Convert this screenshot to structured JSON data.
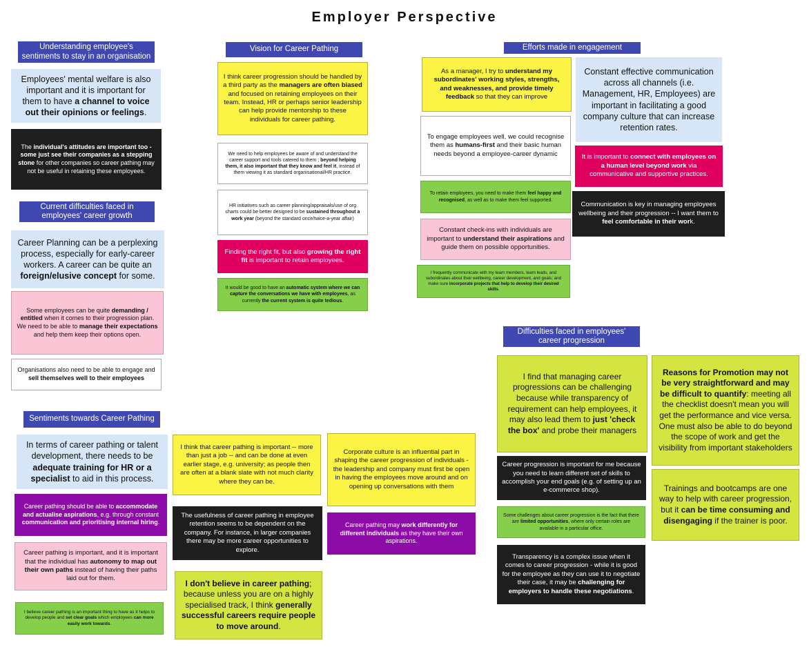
{
  "title": "Employer Perspective",
  "headers": {
    "h1": "Understanding employee's sentiments to stay in an organisation",
    "h2": "Vision for Career Pathing",
    "h3": "Efforts made in engagement",
    "h4": "Current difficulties faced in employees' career growth",
    "h5": "Difficulties faced in employees' career progression",
    "h6": "Sentiments towards Career Pathing"
  },
  "notes": {
    "n1": [
      "Employees' mental welfare is also important and it is important for them to have ",
      "a channel to voice out their opinions or feelings",
      "."
    ],
    "n2": [
      "The ",
      "individual's attitudes are important too - some just see their companies as a stepping stone",
      " for other companies so career pathing may not be useful in retaining these employees."
    ],
    "n3": [
      "Career Planning can be a perplexing process, especially for early-career workers. A career can be quite an ",
      "foreign/elusive concept",
      " for some."
    ],
    "n4": [
      "Some employees can be quite ",
      "demanding / entitled",
      " when it comes to their progression plan. We need to be able to ",
      "manage their expectations",
      " and help them keep their options open."
    ],
    "n5": [
      "Organisations also need to be able to engage and ",
      "sell themselves well to their employees",
      ""
    ],
    "n6": [
      "I think career progression should be handled by a third party as the ",
      "managers are often biased",
      " and focused on retaining employees on their team. Instead, HR or perhaps senior leadership can help provide mentorship to these individuals for career pathing."
    ],
    "n7": [
      "We need to help employees be aware of and understand the career support and tools catered to them ; ",
      "beyond helping them, it also important that they know and feel it",
      ", instead of them viewing it as standard organisational/HR practice."
    ],
    "n8": [
      "HR initiatives such as career planning/appraisals/use of org charts could be better designed to be ",
      "sustained throughout a work year",
      " (beyond the standard once/twice-a-year affair)"
    ],
    "n9": [
      "Finding the right fit, but also ",
      "growing the right fit",
      " is important to retain employees."
    ],
    "n10": [
      "It would be good to have an ",
      "automatic system where we can capture the conversations we have with employees",
      ", as currently ",
      "the current system is quite tedious",
      "."
    ],
    "n11": [
      "As a manager, I try to ",
      "understand my subordinates' working styles, strengths, and weaknesses, and provide timely feedback",
      " so that they can improve"
    ],
    "n12": [
      "Constant effective communication across all channels (i.e. Management, HR, Employees) are important in facilitating a good company culture that can increase retention rates."
    ],
    "n13": [
      "To engage employees well, we could recognise them as ",
      "humans-first",
      " and their basic human needs beyond a employee-career dynamic"
    ],
    "n14": [
      "It is important to ",
      "connect with employees on a human level beyond work",
      " via communicative and supportive practices."
    ],
    "n15": [
      "To retain employees, you need to make them ",
      "feel happy and recognised",
      ", as well as to make them feel supported."
    ],
    "n16": [
      "Communication is key in managing employees wellbeing and their progression -- I want them to ",
      "feel comfortable in their wor",
      "k."
    ],
    "n17": [
      "Constant check-ins with individuals are important to ",
      "understand their aspirations",
      " and guide them on possible opportunities."
    ],
    "n18": [
      "I frequently communicate with my team members, team leads, and subordinates about their wellbeing, career development, and goals; and make sure ",
      "incorporate projects that help to develop their desired skills",
      "."
    ],
    "n19": [
      "I find that managing career progressions can be challenging because while transparency of requirement can help employees, it may also lead them to ",
      "just 'check the box'",
      " and probe their managers"
    ],
    "n20": [
      "",
      "Reasons for Promotion may not be very straightforward and may be difficult to quantify",
      ": meeting all the checklist doesn't mean you will get the performance and vice versa. One must also be able to do beyond the scope of work and get the visibility from important stakeholders"
    ],
    "n21": [
      "Career progression is important for me because you need to learn different set of skills to accomplish your end goals (e.g. of setting up an e-commerce shop)."
    ],
    "n22": [
      "Trainings and bootcamps are one way to help with career progression, but it ",
      "can be time consuming and disengaging",
      " if the trainer is poor."
    ],
    "n23": [
      "Some challenges about career progression is the fact that there are ",
      "limited opportunities",
      ", where only certain roles are available in a particular office."
    ],
    "n24": [
      "Transparency is a complex issue when it comes to career progression - while it is good for the employee as they can use it to negotiate their case, it may be ",
      "challenging for employers to handle these negotiations",
      "."
    ],
    "n25": [
      "In terms of career pathing or talent development, there needs to be ",
      "adequate training for HR or a specialist",
      " to aid in this process."
    ],
    "n26": [
      "I think that career pathing is important -- more than just a job -- and can be done at even earlier stage, e.g. university; as people then are often at a blank slate with not much clarity where they can be."
    ],
    "n27": [
      "Corporate culture is an influential part in shaping the career progression of individuals - the leadership and company must first be open in having the employees move around and on opening up conversations with them"
    ],
    "n28": [
      "Career pathing should be able to ",
      "accommodate and actualise aspirations",
      ", e.g. through constant ",
      "communication and prioritising internal hiring",
      "."
    ],
    "n29": [
      "The usefulness of career pathing in employee retention seems to be dependent on the company. For instance, in larger companies there may be more career opportunities to explore."
    ],
    "n30": [
      "Career pathing may ",
      "work differently for different individuals",
      " as they have their own aspirations."
    ],
    "n31": [
      "Career pathing is important, and it is important that the individual has ",
      "autonomy to map out their own paths",
      " instead of having their paths laid out for them."
    ],
    "n32": [
      "",
      "I don't believe in career pathing",
      "; because unless you are on a highly specialised track, I think ",
      "generally successful careers require people to move around",
      "."
    ],
    "n33": [
      "I believe career pathing is an important thing to have as it helps to develop people and ",
      "set clear goals",
      " which employees ",
      "can more easily work towards",
      "."
    ]
  }
}
